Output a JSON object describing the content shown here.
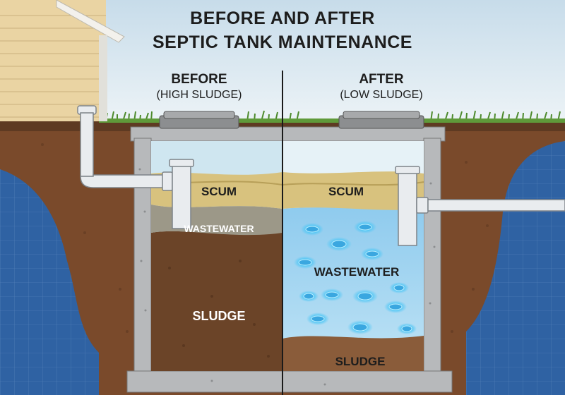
{
  "title": {
    "line1": "BEFORE AND AFTER",
    "line2": "SEPTIC TANK MAINTENANCE"
  },
  "before": {
    "heading": "BEFORE",
    "subheading": "(HIGH SLUDGE)",
    "scum_label": "SCUM",
    "wastewater_label": "WASTEWATER",
    "sludge_label": "SLUDGE"
  },
  "after": {
    "heading": "AFTER",
    "subheading": "(LOW SLUDGE)",
    "scum_label": "SCUM",
    "wastewater_label": "WASTEWATER",
    "sludge_label": "SLUDGE"
  },
  "colors": {
    "sky": "#d8e8f2",
    "blueprint": "#2d5f9e",
    "soil": "#7a4a2b",
    "concrete": "#b9bbbc",
    "scum": "#d9c584",
    "clear_water": "#a9d9f2",
    "murky_water": "#9e9a8a",
    "sludge_before": "#6b4428",
    "sludge_after": "#8a5c3a",
    "bacteria": "#4fc3f7"
  }
}
